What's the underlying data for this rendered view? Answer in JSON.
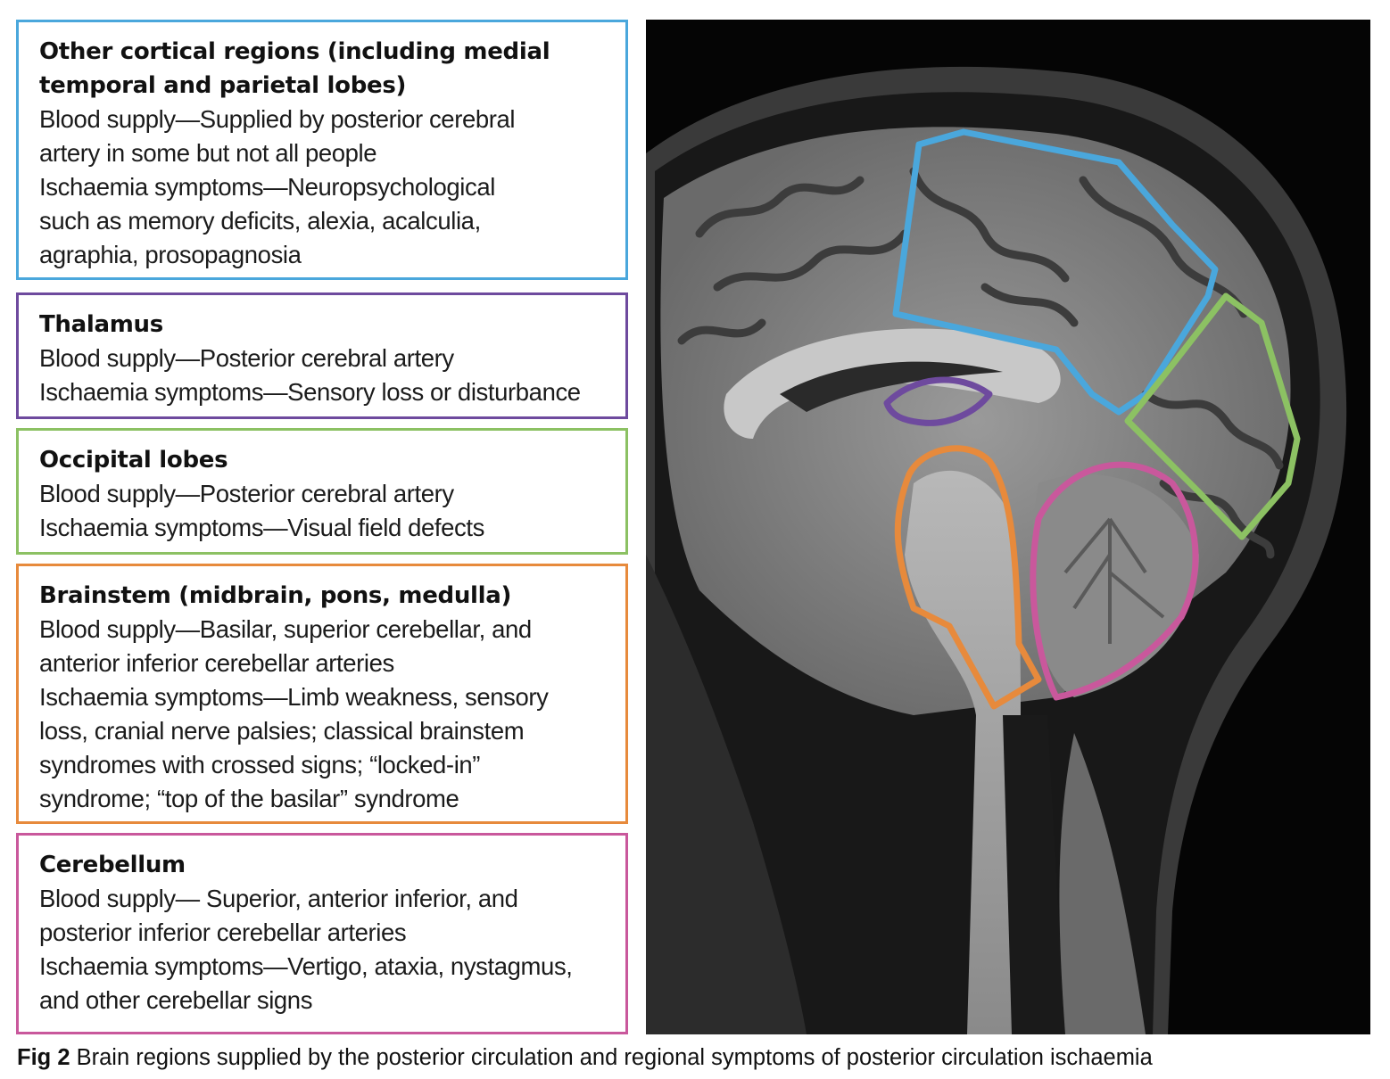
{
  "panels": {
    "cortical": {
      "title_lines": [
        "Other cortical regions (including medial",
        "temporal and parietal lobes)"
      ],
      "lines": [
        "Blood supply—Supplied by posterior cerebral",
        "artery in some but not all people",
        "Ischaemia symptoms—Neuropsychological",
        "such as memory deficits, alexia, acalculia,",
        "agraphia, prosopagnosia"
      ],
      "color": "#4aa7dc"
    },
    "thalamus": {
      "title": "Thalamus",
      "lines": [
        "Blood supply—Posterior cerebral artery",
        "Ischaemia symptoms—Sensory loss or disturbance"
      ],
      "color": "#6e4a9e"
    },
    "occipital": {
      "title": "Occipital lobes",
      "lines": [
        "Blood supply—Posterior cerebral artery",
        "Ischaemia symptoms—Visual field defects"
      ],
      "color": "#8cc163"
    },
    "brainstem": {
      "title": "Brainstem (midbrain, pons, medulla)",
      "lines": [
        "Blood supply—Basilar, superior cerebellar, and",
        "anterior inferior cerebellar arteries",
        "Ischaemia symptoms—Limb weakness, sensory",
        "loss, cranial nerve palsies; classical brainstem",
        "syndromes with crossed signs; “locked-in”",
        "syndrome; “top of the basilar” syndrome"
      ],
      "color": "#e78a3c"
    },
    "cerebellum": {
      "title": "Cerebellum",
      "lines": [
        "Blood supply— Superior, anterior inferior, and",
        "posterior inferior cerebellar arteries",
        "Ischaemia symptoms—Vertigo, ataxia, nystagmus,",
        "and other cerebellar signs"
      ],
      "color": "#c9589c"
    }
  },
  "caption": {
    "label": "Fig 2",
    "text": " Brain regions supplied by the posterior circulation and regional symptoms of posterior circulation ischaemia"
  }
}
